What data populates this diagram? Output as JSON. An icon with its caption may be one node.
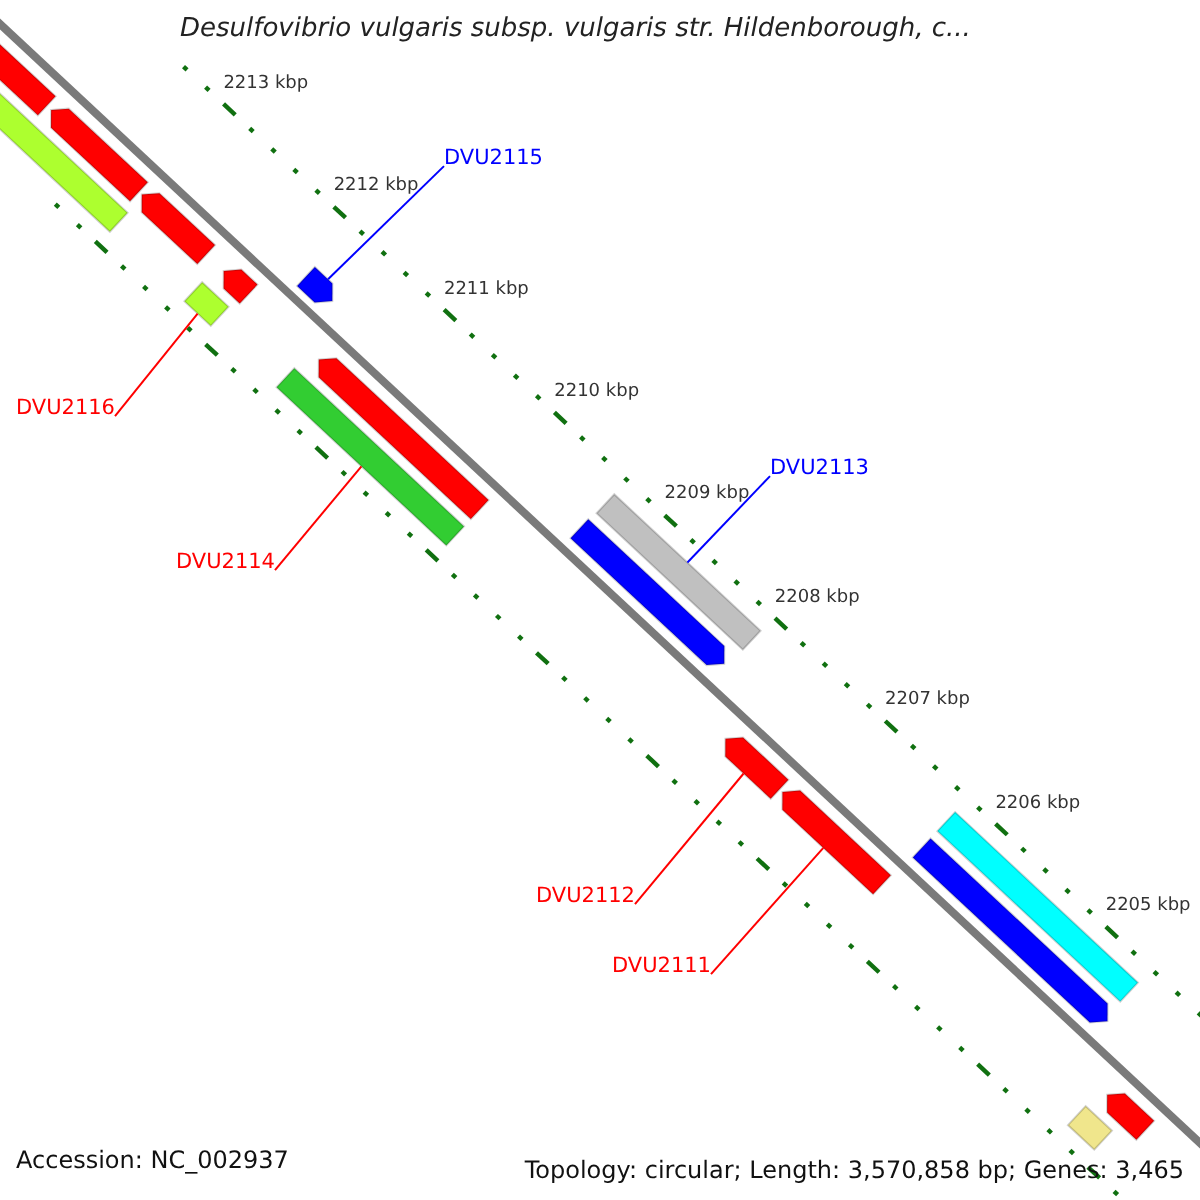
{
  "diagram": {
    "title": "Desulfovibrio vulgaris subsp. vulgaris str. Hildenborough, c...",
    "nodes": [
      {
        "text": [
          "DVU2115"
        ]
      },
      {
        "text": [
          "DVU2116"
        ]
      },
      {
        "text": [
          "DVU2113"
        ]
      },
      {
        "text": [
          "DVU2114"
        ]
      },
      {
        "text": [
          "DVU2112"
        ]
      },
      {
        "text": [
          "DVU2111"
        ]
      },
      {
        "text": [],
        "shape": "bar"
      },
      {
        "text": [],
        "shape": "bar"
      },
      {
        "text": [],
        "shape": "bar"
      },
      {
        "text": [],
        "shape": "bar"
      },
      {
        "text": [],
        "shape": "bar"
      },
      {
        "text": [],
        "shape": "bar"
      },
      {
        "text": [],
        "shape": "bar"
      },
      {
        "text": [],
        "shape": "bar"
      },
      {
        "text": [],
        "shape": "bar"
      },
      {
        "text": [],
        "shape": "bar"
      },
      {
        "text": [],
        "shape": "bar"
      },
      {
        "text": [],
        "shape": "bar"
      },
      {
        "text": [],
        "shape": "bar"
      },
      {
        "text": [],
        "shape": "bar"
      },
      {
        "text": [],
        "shape": "bar"
      },
      {
        "text": [],
        "shape": "bar"
      },
      {
        "text": [],
        "shape": "bar"
      }
    ],
    "edges": [
      {
        "from": 0,
        "to": 12,
        "arrow": "none",
        "color": "#0000ff"
      },
      {
        "from": 1,
        "to": 10,
        "arrow": "none"
      },
      {
        "from": 2,
        "to": 16,
        "arrow": "none",
        "color": "#0000ff"
      },
      {
        "from": 3,
        "to": 13,
        "arrow": "none"
      },
      {
        "from": 4,
        "to": 17,
        "arrow": "none"
      },
      {
        "from": 5,
        "to": 18,
        "arrow": "none"
      }
    ],
    "labels": [
      "2213 kbp",
      "2212 kbp",
      "2211 kbp",
      "2210 kbp",
      "2209 kbp",
      "2208 kbp",
      "2207 kbp",
      "2206 kbp",
      "2205 kbp",
      "Accession: NC_002937",
      "Topology: circular; Length: 3,570,858 bp; Genes: 3,465"
    ]
  }
}
